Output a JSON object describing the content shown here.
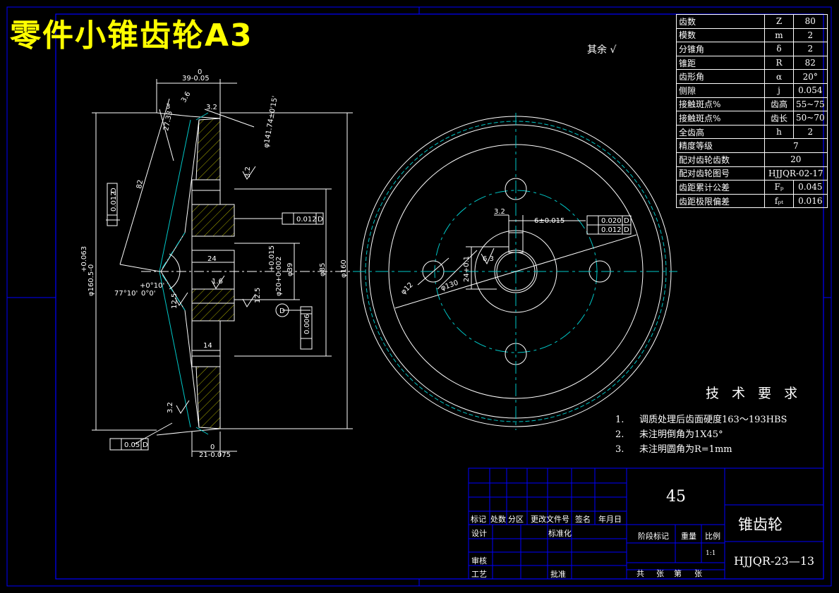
{
  "title": "零件小锥齿轮A3",
  "surface_note": "其余",
  "params": [
    {
      "name": "齿数",
      "symbol": "Z",
      "value": "80"
    },
    {
      "name": "模数",
      "symbol": "m",
      "value": "2"
    },
    {
      "name": "分锥角",
      "symbol": "δ",
      "value": "2"
    },
    {
      "name": "锥距",
      "symbol": "R",
      "value": "82"
    },
    {
      "name": "齿形角",
      "symbol": "α",
      "value": "20°"
    },
    {
      "name": "侧隙",
      "symbol": "j",
      "value": "0.054"
    },
    {
      "name": "接触斑点%",
      "symbol": "齿高",
      "value": "55~75"
    },
    {
      "name": "接触斑点%",
      "symbol": "齿长",
      "value": "50~70"
    },
    {
      "name": "全齿高",
      "symbol": "h",
      "value": "2"
    },
    {
      "name": "精度等级",
      "value": "7"
    },
    {
      "name": "配对齿轮齿数",
      "value": "20"
    },
    {
      "name": "配对齿轮图号",
      "value": "HJJQR-02-17"
    },
    {
      "name": "齿距累计公差",
      "symbol": "Fₚ",
      "value": "0.045"
    },
    {
      "name": "齿距极限偏差",
      "symbol": "fₚₜ",
      "value": "0.016"
    }
  ],
  "tech": {
    "title": "技 术 要 求",
    "items": [
      {
        "num": "1.",
        "text": "调质处理后齿面硬度163～193HBS"
      },
      {
        "num": "2.",
        "text": "未注明倒角为1X45°"
      },
      {
        "num": "3.",
        "text": "未注明圆角为R=1mm"
      }
    ]
  },
  "titleblock": {
    "material": "45",
    "part_name": "锥齿轮",
    "drawing_no": "HJJQR-23—13",
    "scale": "1:1",
    "labels": {
      "biaoji": "标记",
      "chushu": "处数",
      "fenqu": "分区",
      "gengwen": "更改文件号",
      "qianming": "签名",
      "nianyueri": "年月日",
      "sheji": "设计",
      "biaozhunhua": "标准化",
      "shenhe": "审核",
      "gongyi": "工艺",
      "pizhun": "批准",
      "jieduan": "阶段标记",
      "zhongliang": "重量",
      "bili": "比例",
      "gong": "共",
      "zhang1": "张",
      "di": "第",
      "zhang2": "张"
    }
  },
  "dims": {
    "d39": "39-0.05",
    "d39top": "0",
    "d27": "27.33",
    "d36": "3.6",
    "d32top": "3.2",
    "d3": "3",
    "dphi": "φ141.74±0'15'",
    "d82": "82",
    "d32a": "3.2",
    "d24": "24",
    "d16": "1.6",
    "d125a": "12.5",
    "d125b": "12.5",
    "d14": "14",
    "d32b": "3.2",
    "d21": "21-0.075",
    "d21top": "0",
    "d160a": "φ160.5-0",
    "d160tol": "+0.063",
    "dang": "77°10'",
    "dangtol": "+0°10'",
    "dangtol2": "0°0'",
    "d20": "φ20+0.002",
    "d20tol": "+0.015",
    "d39b": "φ39",
    "d85": "φ85",
    "d160b": "φ160",
    "tol1": "0.012",
    "tolD": "D",
    "tol2": "0.012",
    "tol3": "0.006",
    "tol4": "0.05",
    "dsym": "D",
    "d32c": "3.2",
    "d6": "6±0.015",
    "t020": "0.020",
    "t012": "0.012",
    "d63": "6.3",
    "d241": "24+0.1",
    "d12": "φ12",
    "d130": "φ130",
    "dia01": "0"
  },
  "colors": {
    "line": "#ffffff",
    "center": "#00c8c8",
    "title": "#ffff00",
    "border": "#0000ff"
  }
}
